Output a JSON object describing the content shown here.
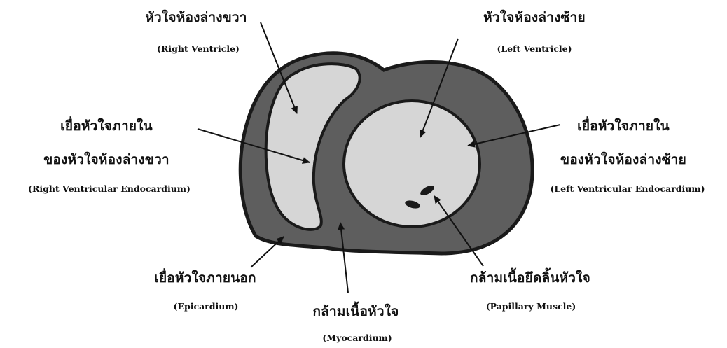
{
  "colors": {
    "outline": "#1a1a1a",
    "myocardium": "#5e5e5e",
    "chamber": "#d6d6d6",
    "arrow": "#111111",
    "background": "#ffffff"
  },
  "labels": {
    "right_ventricle": {
      "thai": "หัวใจห้องล่างขวา",
      "english": "(Right Ventricle)"
    },
    "left_ventricle": {
      "thai": "หัวใจห้องล่างซ้าย",
      "english": "(Left Ventricle)"
    },
    "rv_endocardium": {
      "thai_line1": "เยื่อหัวใจภายใน",
      "thai_line2": "ของหัวใจห้องล่างขวา",
      "english": "(Right Ventricular Endocardium)"
    },
    "lv_endocardium": {
      "thai_line1": "เยื่อหัวใจภายใน",
      "thai_line2": "ของหัวใจห้องล่างซ้าย",
      "english": "(Left Ventricular Endocardium)"
    },
    "epicardium": {
      "thai": "เยื่อหัวใจภายนอก",
      "english": "(Epicardium)"
    },
    "myocardium": {
      "thai": "กล้ามเนื้อหัวใจ",
      "english": "(Myocardium)"
    },
    "papillary_muscle": {
      "thai": "กล้ามเนื้อยึดลิ้นหัวใจ",
      "english": "(Papillary Muscle)"
    }
  }
}
